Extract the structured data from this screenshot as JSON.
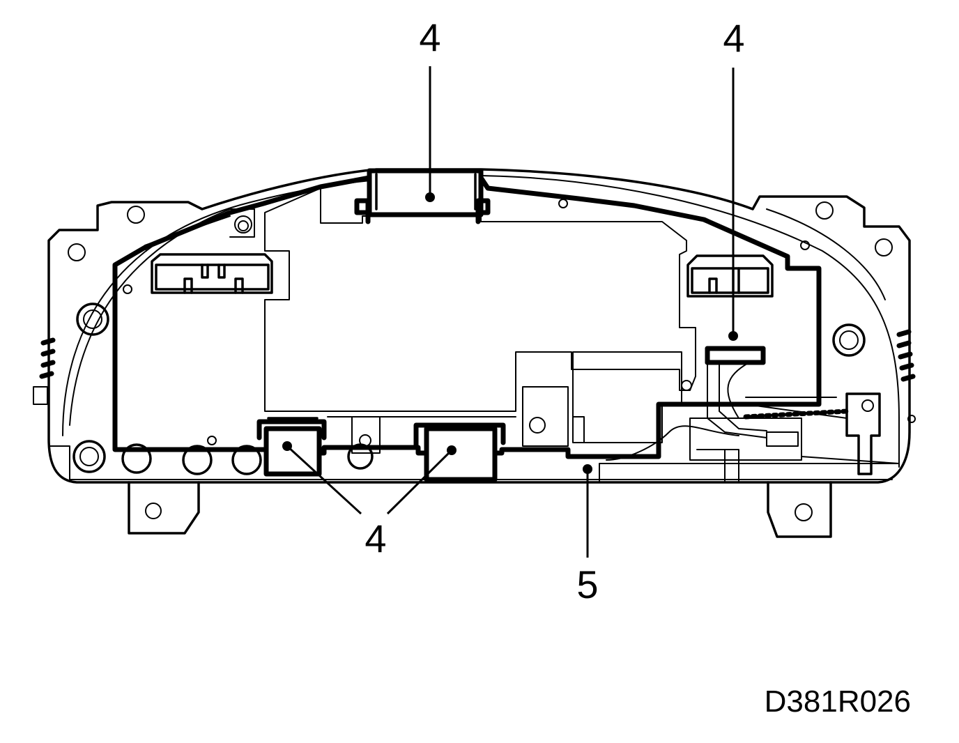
{
  "callouts": [
    {
      "id": "clip-top",
      "label": "4"
    },
    {
      "id": "clip-right",
      "label": "4"
    },
    {
      "id": "clip-bottom",
      "label": "4"
    },
    {
      "id": "board",
      "label": "5"
    }
  ],
  "figure_code": "D381R026",
  "colors": {
    "line": "#000000",
    "background": "#ffffff"
  }
}
